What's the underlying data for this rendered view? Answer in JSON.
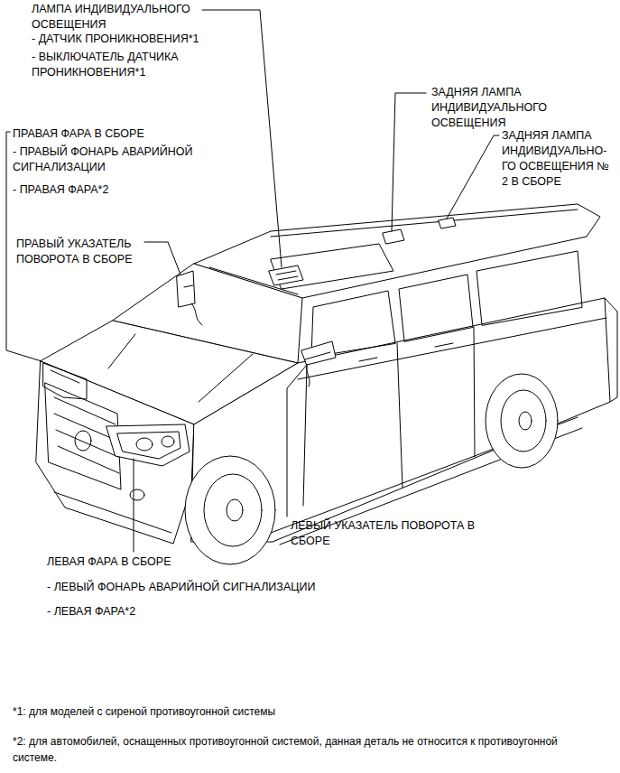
{
  "diagram": {
    "labels": [
      "ЛАМПА ИНДИВИДУАЛЬНОГО ОСВЕЩЕНИЯ",
      "- ДАТЧИК ПРОНИКНОВЕНИЯ*1",
      "- ВЫКЛЮЧАТЕЛЬ ДАТЧИКА ПРОНИКНОВЕНИЯ*1",
      "ЗАДНЯЯ ЛАМПА ИНДИВИДУАЛЬНОГО ОСВЕЩЕНИЯ",
      "ЗАДНЯЯ ЛАМПА ИНДИВИДУАЛЬНО- ГО ОСВЕЩЕНИЯ № 2 В СБОРЕ",
      "ПРАВАЯ ФАРА В СБОРЕ",
      "- ПРАВЫЙ ФОНАРЬ АВАРИЙНОЙ СИГНАЛИЗАЦИИ",
      "- ПРАВАЯ ФАРА*2",
      "ПРАВЫЙ УКАЗАТЕЛЬ ПОВОРОТА В СБОРЕ",
      "ЛЕВЫЙ УКАЗАТЕЛЬ ПОВОРОТА В СБОРЕ",
      "ЛЕВАЯ ФАРА В СБОРЕ",
      "- ЛЕВЫЙ ФОНАРЬ АВАРИЙНОЙ СИГНАЛИЗАЦИИ",
      "- ЛЕВАЯ ФАРА*2",
      "*1: для моделей с сиреной противоугонной системы",
      "*2: для автомобилей, оснащенных противоугонной системой, данная деталь не относится к противоугонной системе."
    ]
  }
}
